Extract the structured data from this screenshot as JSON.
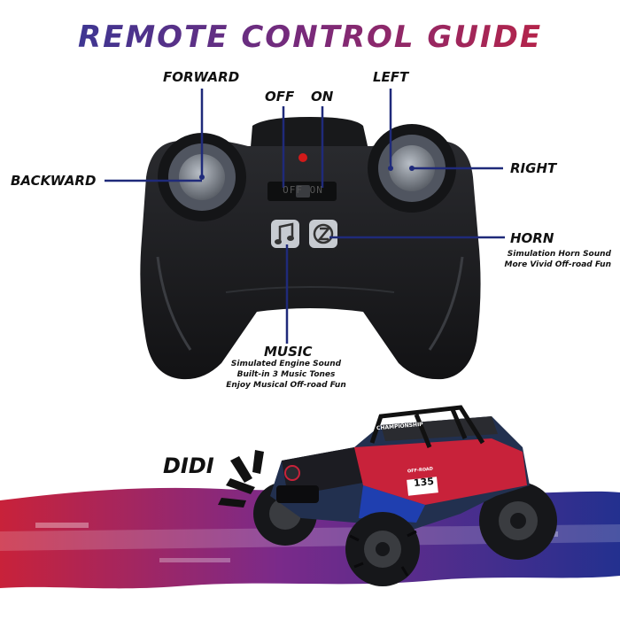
{
  "title": "REMOTE CONTROL GUIDE",
  "labels": {
    "forward": "FORWARD",
    "off": "OFF",
    "on": "ON",
    "left": "LEFT",
    "backward": "BACKWARD",
    "right": "RIGHT",
    "horn": "HORN",
    "horn_desc": [
      "Simulation Horn Sound",
      "More Vivid Off-road Fun"
    ],
    "music": "MUSIC",
    "music_desc": [
      "Simulated Engine Sound",
      "Built-in 3 Music Tones",
      "Enjoy Musical Off-road Fun"
    ],
    "didi": "DIDI"
  },
  "switch_text": "OFF ON",
  "car": {
    "roof_text": "CHAMPIONSHIP",
    "number": "135",
    "door_text": "OFF-ROAD"
  },
  "icons": [
    "music-note-icon",
    "horn-icon",
    "power-led-icon"
  ],
  "colors": {
    "accent_blue": "#1f2a7a",
    "accent_red": "#c8223a",
    "label_line": "#1f2a7a",
    "controller_body": "#1c1d20"
  }
}
